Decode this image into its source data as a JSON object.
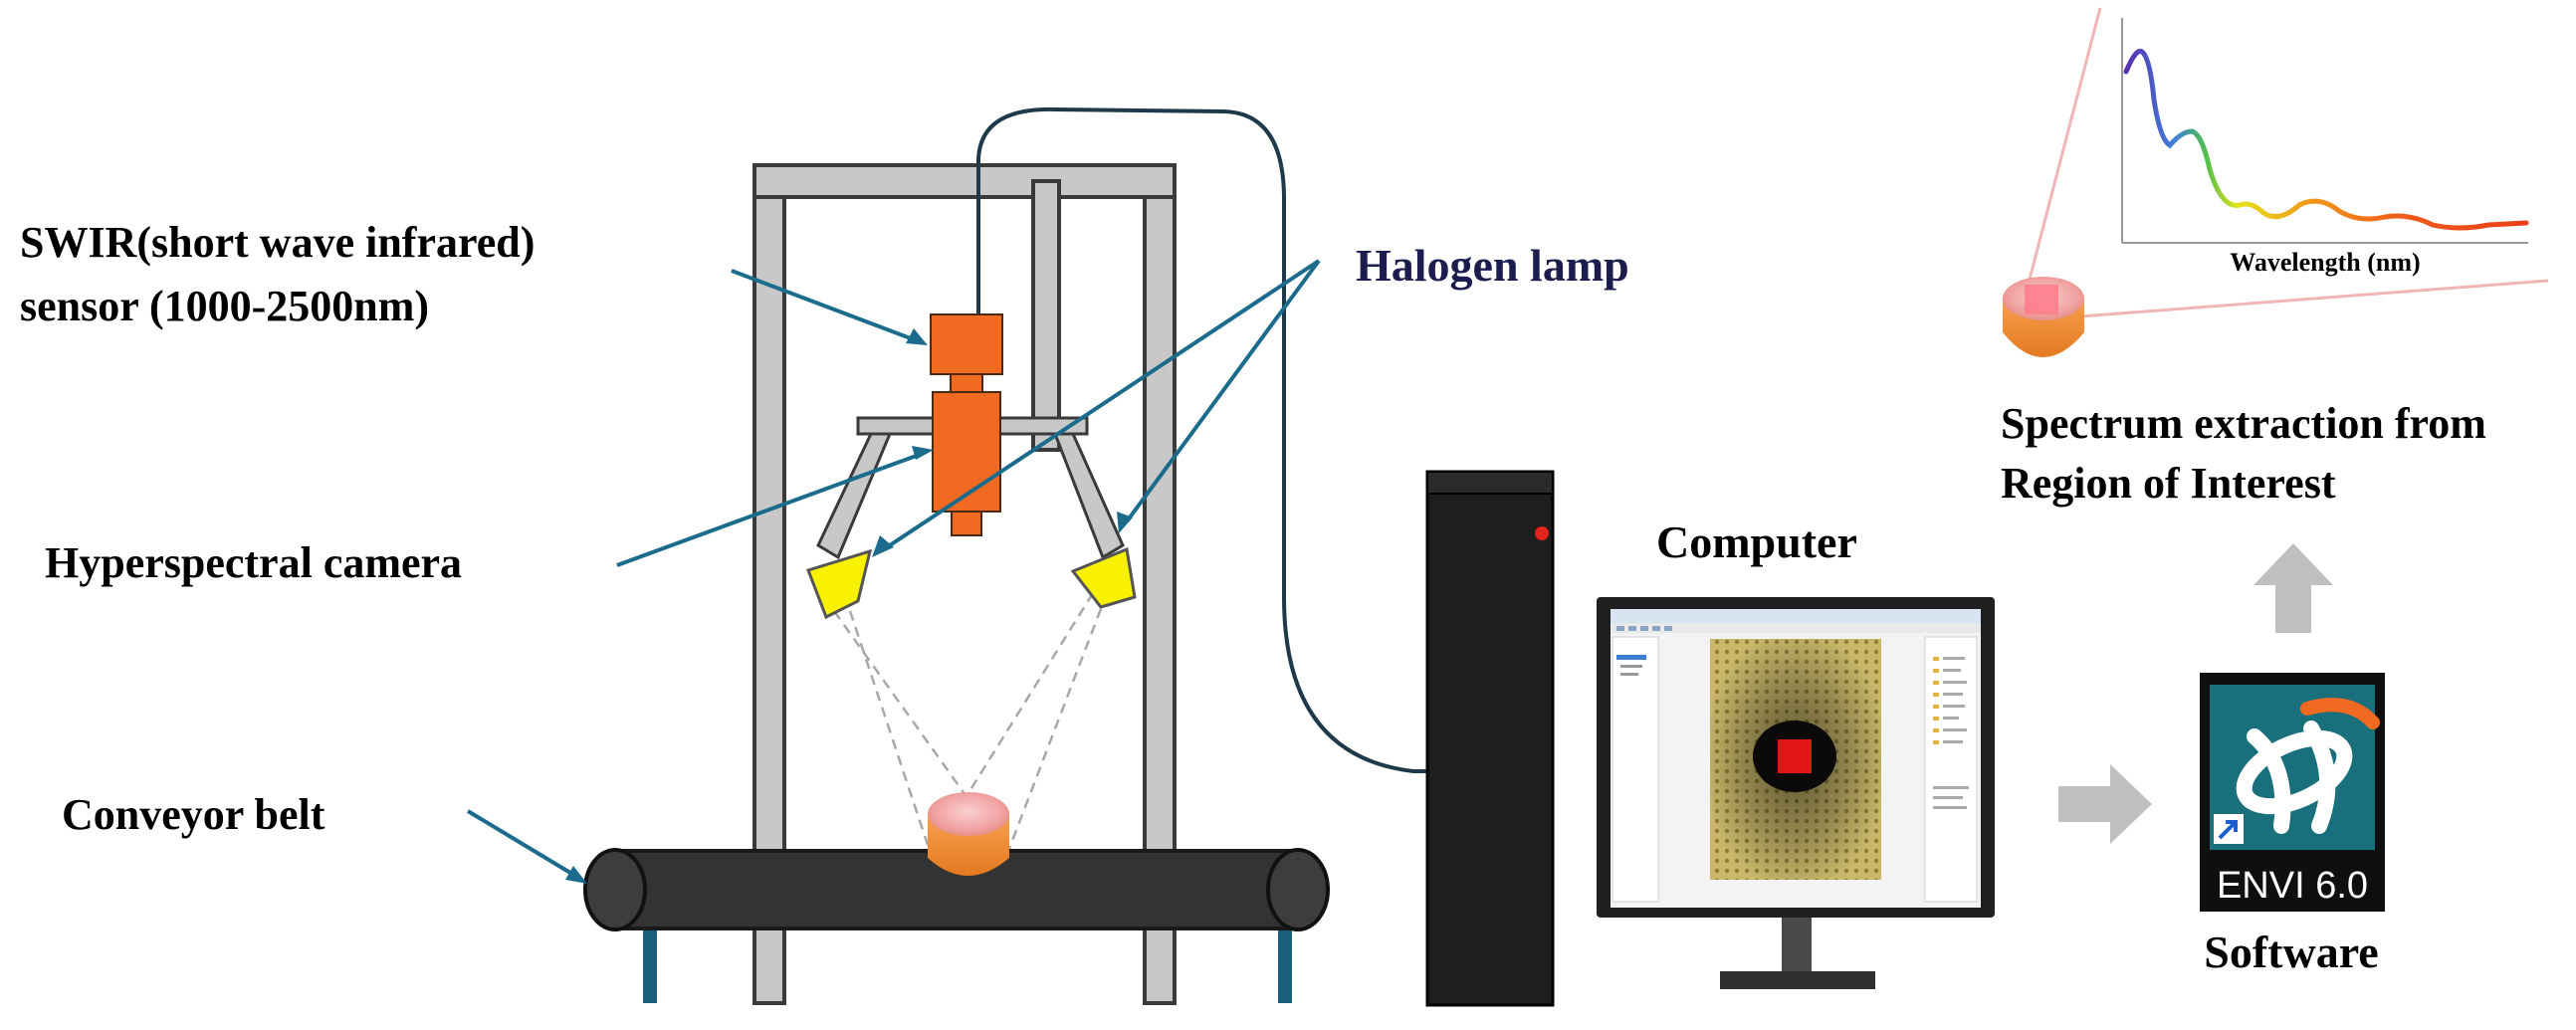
{
  "labels": {
    "swir_line1": "SWIR(short wave infrared)",
    "swir_line2": "sensor (1000-2500nm)",
    "halogen_lamp": "Halogen lamp",
    "hyperspectral_camera": "Hyperspectral camera",
    "conveyor_belt": "Conveyor belt",
    "computer": "Computer",
    "software": "Software",
    "software_name": "ENVI 6.0",
    "spectrum_line1": "Spectrum extraction from",
    "spectrum_line2": "Region of Interest",
    "wavelength_axis": "Wavelength (nm)"
  },
  "colors": {
    "frame": "#c8c8c8",
    "frame_outline": "#3a3a3a",
    "camera": "#f26a21",
    "lamp": "#f8f200",
    "belt": "#333333",
    "leader": "#1b6b8c",
    "computer_case": "#1e1e1e",
    "arrow": "#bfbfbf",
    "envi_tile": "#1a6f7c",
    "ray_pink": "#f2b5b5"
  },
  "icons": {
    "software_icon": "envi-logo-icon",
    "shortcut": "shortcut-arrow-icon"
  }
}
